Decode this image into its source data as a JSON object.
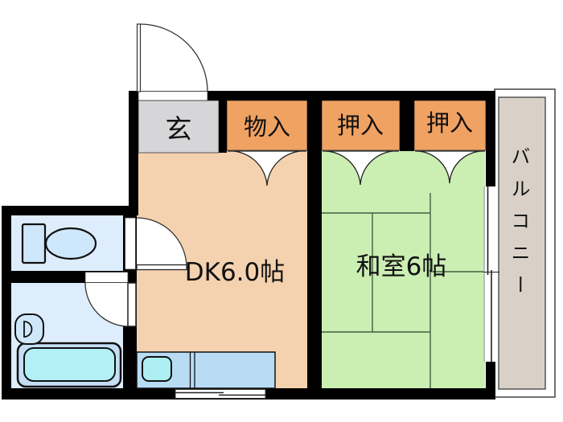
{
  "rooms": {
    "genkan": {
      "label": "玄"
    },
    "storage": {
      "label": "物入"
    },
    "closet_left": {
      "label": "押入"
    },
    "closet_right": {
      "label": "押入"
    },
    "dk": {
      "label": "DK6.0帖"
    },
    "washitsu": {
      "label": "和室6帖"
    },
    "balcony": {
      "label": "バルコニー"
    }
  },
  "colors": {
    "wall": "#000000",
    "outside": "#ffffff",
    "genkan_floor": "#d6d6d8",
    "closet_fill": "#f0a262",
    "dk_floor": "#f5d2af",
    "tatami_fill": "#cbeeb3",
    "tatami_line": "#41603f",
    "wetroom_floor": "#ddedfc",
    "fixture_fill": "#cfe7fb",
    "tub_fill": "#c4def5",
    "tub_inner": "#b2f0f5",
    "counter_fill": "#b9dcf5",
    "sink_fill": "#aceef2",
    "balcony_floor": "#d9d1c7",
    "door_fill": "#ffffff",
    "outline": "#333333"
  }
}
